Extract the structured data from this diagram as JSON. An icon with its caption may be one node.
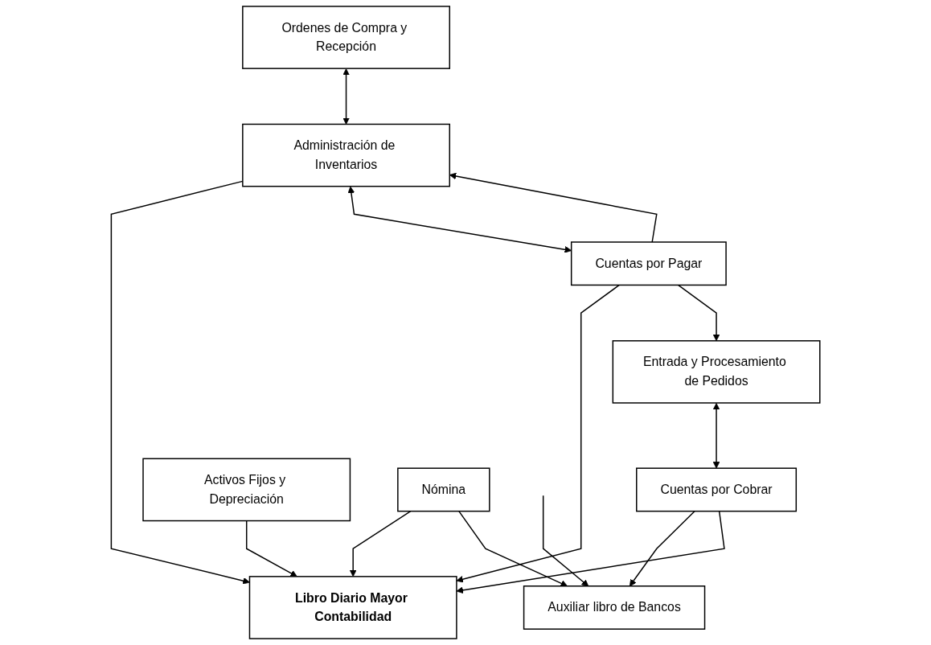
{
  "diagram": {
    "nodes": [
      {
        "text": [
          "Entrada y Procesamiento de Pedidos"
        ]
      },
      {
        "text": [
          "Cuentas por Cobrar"
        ]
      },
      {
        "text": [
          "Auxiliar libro de Bancos"
        ]
      },
      {
        "text": [
          "Activos Fijos y Depreciación"
        ]
      },
      {
        "text": [
          "Libro Diario Mayor Contabilidad"
        ]
      },
      {
        "text": [
          "Nómina"
        ]
      },
      {
        "text": [
          "Ordenes de Compra y Recepción"
        ]
      },
      {
        "text": [
          "Administración de Inventarios"
        ]
      },
      {
        "text": [
          "Cuentas por Pagar"
        ]
      }
    ],
    "edges": [
      {
        "from": 0,
        "to": 1,
        "arrow": "both"
      },
      {
        "from": 1,
        "to": 2,
        "arrow": "to"
      },
      {
        "from": 1,
        "to": 4,
        "arrow": "to"
      },
      {
        "from": 3,
        "to": 4,
        "arrow": "to"
      },
      {
        "from": 5,
        "to": 4,
        "arrow": "to"
      },
      {
        "from": 5,
        "to": 2,
        "arrow": "to"
      },
      {
        "from": null,
        "to": 2,
        "arrow": "to"
      },
      {
        "from": 7,
        "to": 4,
        "arrow": "to"
      },
      {
        "from": 8,
        "to": 4,
        "arrow": "to"
      },
      {
        "from": 6,
        "to": 7,
        "arrow": "both"
      },
      {
        "from": 7,
        "to": 8,
        "arrow": "both"
      },
      {
        "from": 8,
        "to": 7,
        "arrow": "to"
      },
      {
        "from": 8,
        "to": 0,
        "arrow": "to"
      }
    ]
  }
}
